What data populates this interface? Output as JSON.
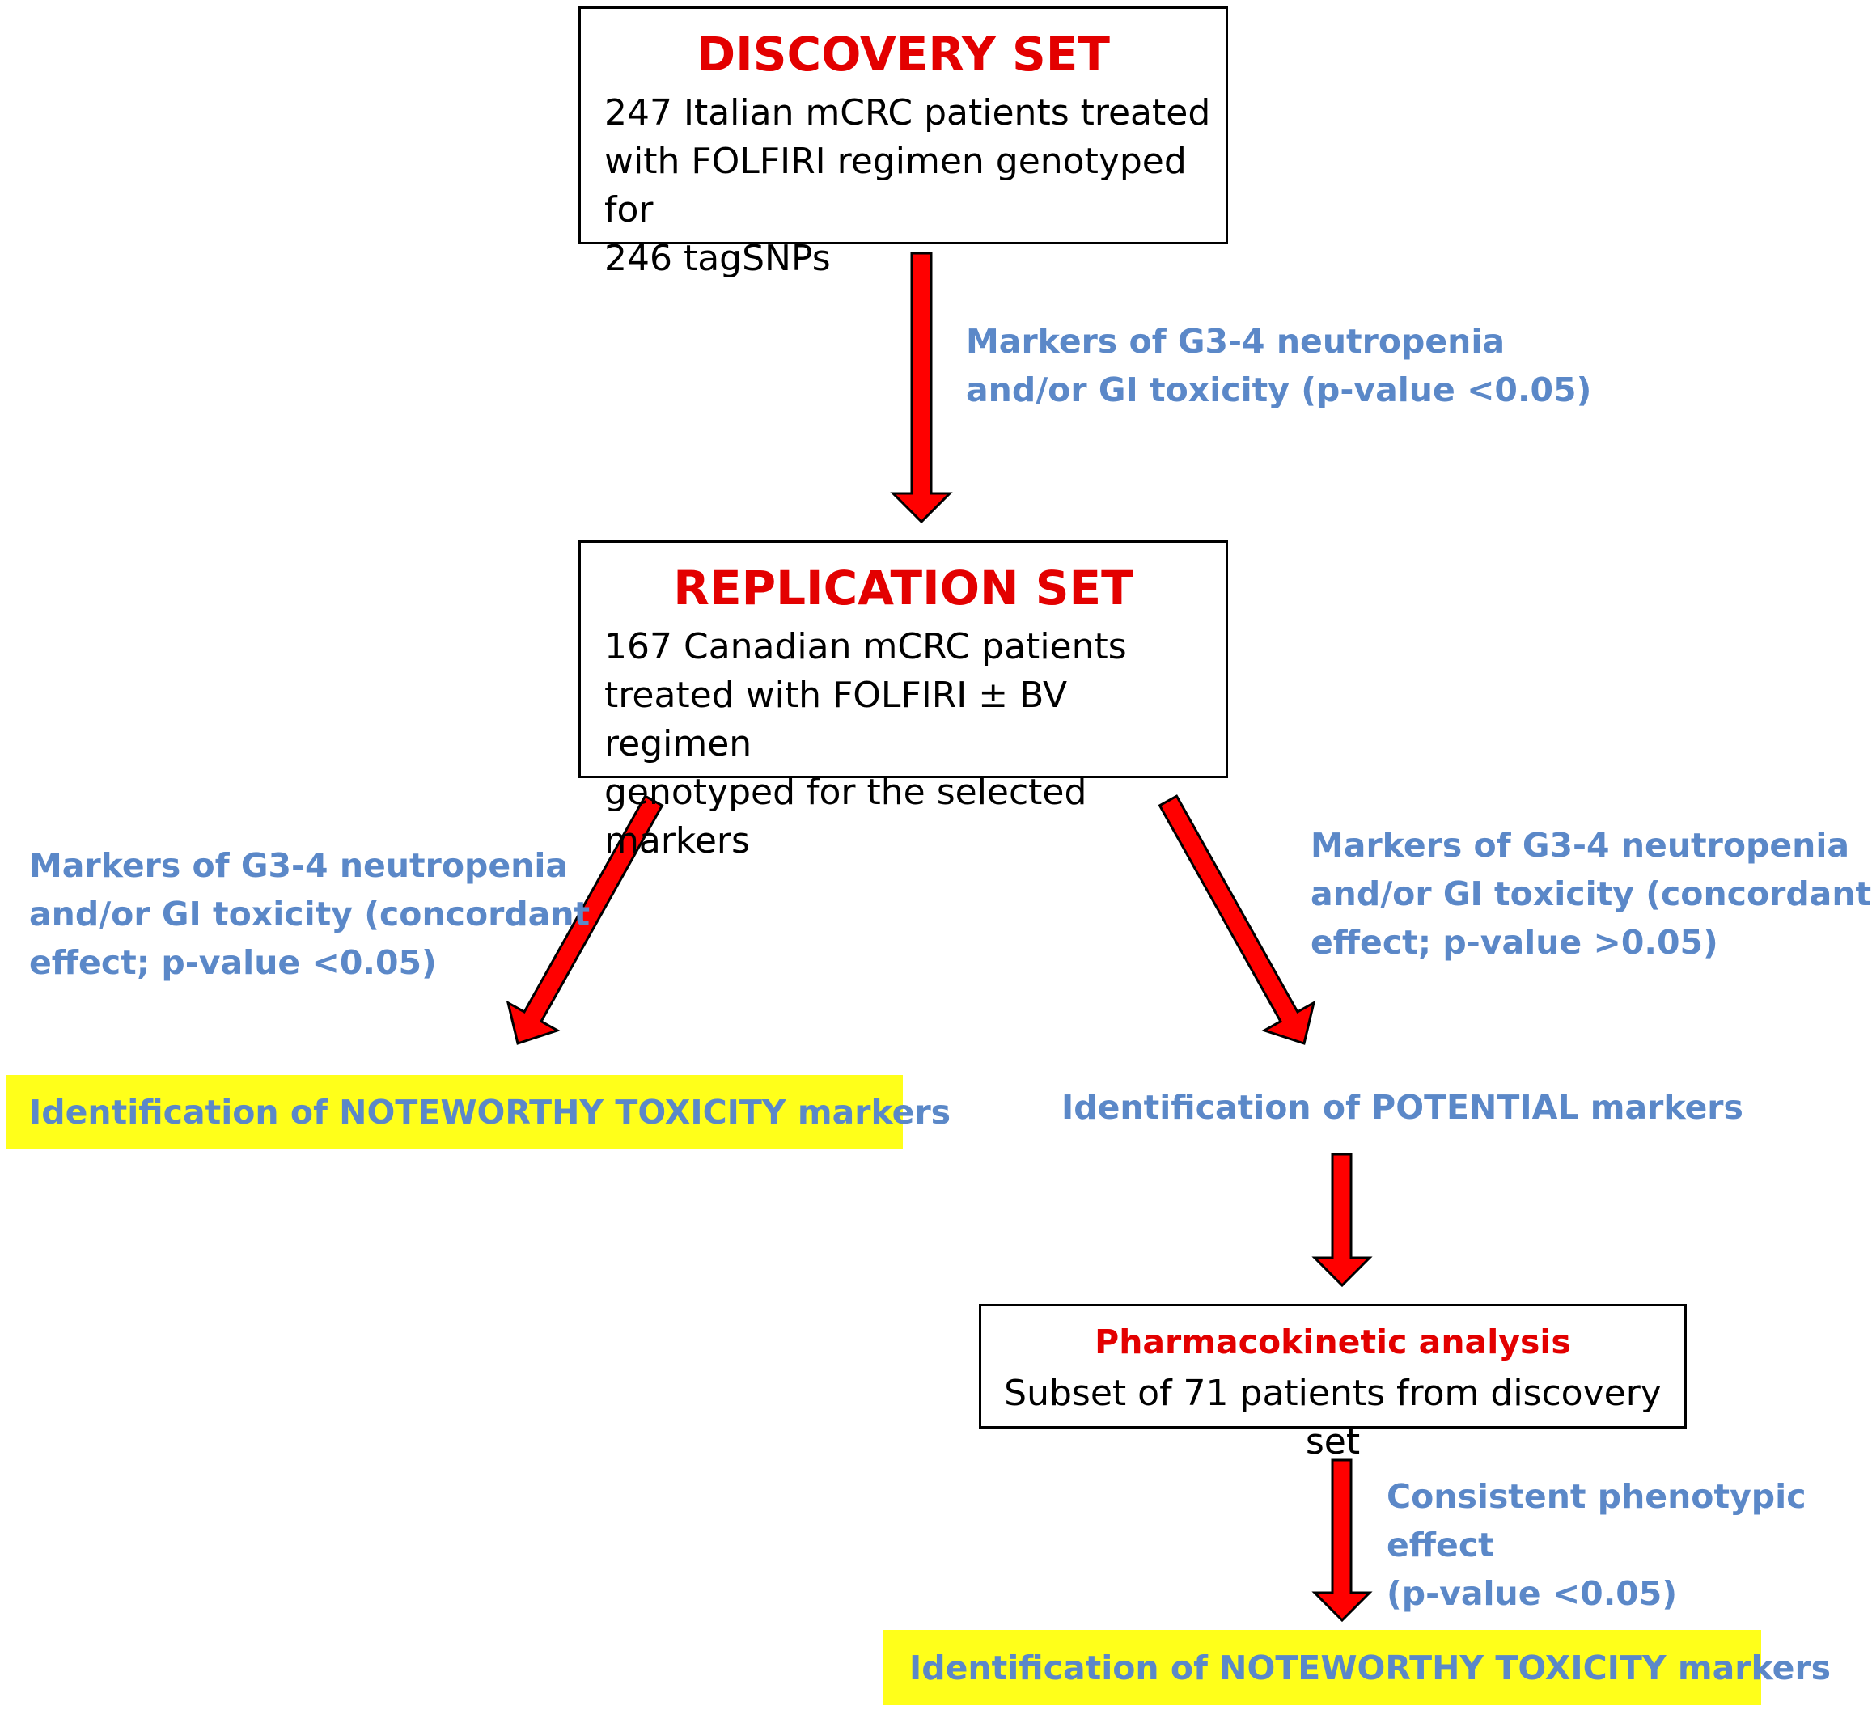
{
  "discovery": {
    "title": "DISCOVERY SET",
    "body": "247 Italian mCRC patients treated\nwith FOLFIRI regimen genotyped for\n246 tagSNPs"
  },
  "arrow1_label": "Markers of  G3-4 neutropenia\nand/or GI toxicity (p-value <0.05)",
  "replication": {
    "title": "REPLICATION SET",
    "body": "167 Canadian  mCRC patients\ntreated with FOLFIRI ± BV regimen\ngenotyped for the selected markers"
  },
  "left_branch_label": "Markers of  G3-4 neutropenia\nand/or GI toxicity (concordant\neffect; p-value <0.05)",
  "right_branch_label": "Markers of  G3-4 neutropenia\nand/or GI toxicity (concordant\neffect; p-value >0.05)",
  "left_result": "Identification of NOTEWORTHY TOXICITY markers",
  "potential_result": "Identification of POTENTIAL markers",
  "pk": {
    "title": "Pharmacokinetic analysis",
    "body": "Subset of 71 patients from discovery set"
  },
  "final_arrow_label": "Consistent phenotypic effect\n(p-value <0.05)",
  "final_result": "Identification of NOTEWORTHY TOXICITY markers",
  "colors": {
    "arrow_fill": "#ff0000",
    "title_red": "#e30000",
    "label_blue": "#5b88c8",
    "highlight_yellow": "#ffff1a"
  }
}
